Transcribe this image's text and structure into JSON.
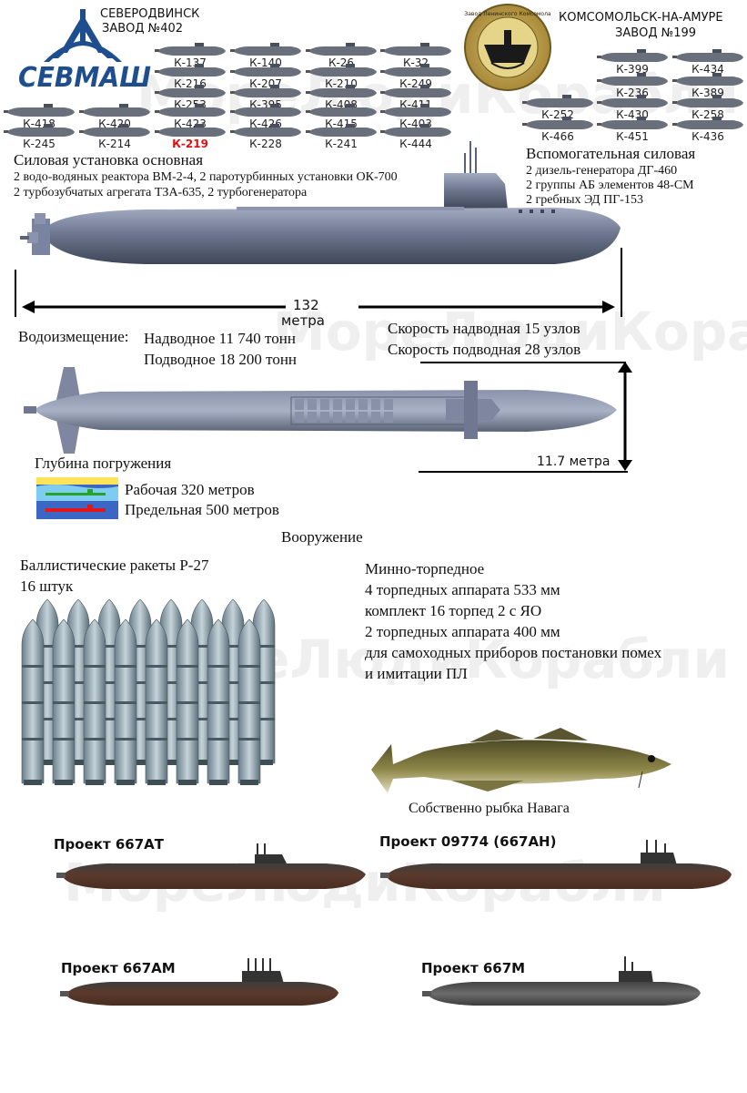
{
  "header": {
    "left_plant": {
      "city": "СЕВЕРОДВИНСК",
      "plant": "ЗАВОД №402",
      "logo_text": "СЕВМАШ"
    },
    "right_plant": {
      "city": "КОМСОМОЛЬСК-НА-АМУРЕ",
      "plant": "ЗАВОД №199",
      "emblem_text": "Завод Ленинского Комсомола"
    }
  },
  "sevmash_boats": [
    {
      "label": "К-137",
      "highlight": false
    },
    {
      "label": "К-140",
      "highlight": false
    },
    {
      "label": "К-26",
      "highlight": false
    },
    {
      "label": "К-32",
      "highlight": false
    },
    {
      "label": "К-216",
      "highlight": false
    },
    {
      "label": "К-207",
      "highlight": false
    },
    {
      "label": "К-210",
      "highlight": false
    },
    {
      "label": "К-249",
      "highlight": false
    },
    {
      "label": "К-253",
      "highlight": false
    },
    {
      "label": "К-395",
      "highlight": false
    },
    {
      "label": "К-408",
      "highlight": false
    },
    {
      "label": "К-411",
      "highlight": false
    },
    {
      "label": "К-418",
      "highlight": false
    },
    {
      "label": "К-420",
      "highlight": false
    },
    {
      "label": "К-423",
      "highlight": false
    },
    {
      "label": "К-426",
      "highlight": false
    },
    {
      "label": "К-415",
      "highlight": false
    },
    {
      "label": "К-403",
      "highlight": false
    },
    {
      "label": "К-245",
      "highlight": false
    },
    {
      "label": "К-214",
      "highlight": false
    },
    {
      "label": "К-219",
      "highlight": true
    },
    {
      "label": "К-228",
      "highlight": false
    },
    {
      "label": "К-241",
      "highlight": false
    },
    {
      "label": "К-444",
      "highlight": false
    }
  ],
  "amur_boats": [
    {
      "label": "К-399"
    },
    {
      "label": "К-434"
    },
    {
      "label": "К-236"
    },
    {
      "label": "К-389"
    },
    {
      "label": "К-252"
    },
    {
      "label": "К-430"
    },
    {
      "label": "К-258"
    },
    {
      "label": "К-466"
    },
    {
      "label": "К-451"
    },
    {
      "label": "К-436"
    }
  ],
  "main_power": {
    "title": "Силовая установка основная",
    "lines": [
      "2 водо-водяных реактора ВМ-2-4, 2 паротурбинных установки ОК-700",
      "2 турбозубчатых агрегата ТЗА-635, 2 турбогенератора"
    ]
  },
  "aux_power": {
    "title": "Вспомогательная силовая",
    "lines": [
      "2 дизель-генератора ДГ-460",
      "2 группы АБ элементов 48-СМ",
      "2 гребных ЭД ПГ-153"
    ]
  },
  "length": {
    "value": "132",
    "unit": "метра"
  },
  "displacement": {
    "label": "Водоизмещение:",
    "surface": "Надводное 11 740 тонн",
    "submerged": "Подводное 18 200 тонн"
  },
  "speed": {
    "surface": "Скорость надводная 15 узлов",
    "submerged": "Скорость подводная 28 узлов"
  },
  "beam": "11.7 метра",
  "depth": {
    "title": "Глубина погружения",
    "working": "Рабочая 320 метров",
    "max": "Предельная 500 метров"
  },
  "armament": {
    "title": "Вооружение",
    "missiles_title": "Баллистические ракеты Р-27",
    "missiles_count": "16 штук",
    "torpedo_title": "Минно-торпедное",
    "torpedo_lines": [
      "4 торпедных аппарата 533 мм",
      "комплект 16 торпед 2 с ЯО",
      "2 торпедных аппарата 400 мм",
      "для самоходных приборов постановки помех",
      "и имитации ПЛ"
    ]
  },
  "fish_caption": "Собственно рыбка Навага",
  "projects": [
    {
      "label": "Проект 667АТ"
    },
    {
      "label": "Проект 09774 (667АН)"
    },
    {
      "label": "Проект 667АМ"
    },
    {
      "label": "Проект 667М"
    }
  ],
  "watermark": "МореЛюдиКорабли",
  "colors": {
    "hull": "#6f7890",
    "hull_light": "#9aa3bb",
    "hull_dark": "#3f4658",
    "highlight_red": "#dd1111",
    "sevmash_blue": "#1f4e8f",
    "brown_hull": "#5a3a2c",
    "gray_hull": "#6b6b6b",
    "depth_water": "#3b66c4",
    "depth_sea": "#7ecdf0"
  }
}
